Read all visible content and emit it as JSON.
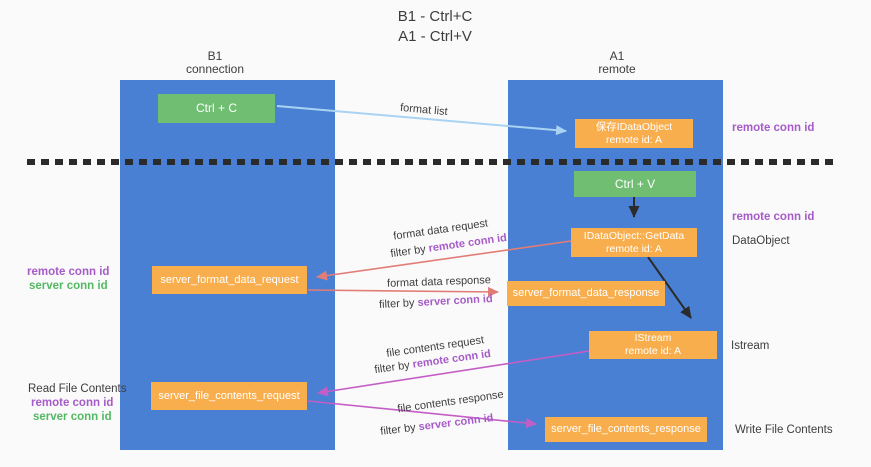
{
  "colors": {
    "background": "#fafafa",
    "lifeline_blue": "#4a80d3",
    "box_orange": "#f9ae4d",
    "box_green": "#6fbe72",
    "arrow_lightblue": "#a9d3f2",
    "arrow_red": "#e17d76",
    "arrow_magenta": "#c45ec6",
    "arrow_black": "#2b2b2b",
    "text_purple": "#a65bc8",
    "text_green": "#53b963",
    "text_dark": "#3d3d3d"
  },
  "title": {
    "line1": "B1 - Ctrl+C",
    "line2": "A1 - Ctrl+V"
  },
  "lifelines": {
    "left": {
      "name": "B1",
      "role": "connection"
    },
    "right": {
      "name": "A1",
      "role": "remote"
    }
  },
  "nodes": {
    "ctrl_c": "Ctrl + C",
    "ctrl_v": "Ctrl + V",
    "save_idataobject": {
      "title": "保存IDataObject",
      "subtitle": "remote id: A"
    },
    "getdata": {
      "title": "IDataObject::GetData",
      "subtitle": "remote id: A"
    },
    "istream": {
      "title": "IStream",
      "subtitle": "remote id: A"
    },
    "format_request": "server_format_data_request",
    "format_response": "server_format_data_response",
    "file_request": "server_file_contents_request",
    "file_response": "server_file_contents_response"
  },
  "annotations": {
    "remote_conn_id_top": "remote conn id",
    "remote_conn_id_mid": "remote conn id",
    "dataobject": "DataObject",
    "istream": "Istream",
    "write_file_contents": "Write File Contents",
    "read_file_contents": "Read File Contents",
    "left_mid": {
      "remote": "remote conn id",
      "server": "server conn id"
    },
    "left_bottom": {
      "remote": "remote conn id",
      "server": "server conn id"
    }
  },
  "messages": {
    "format_list": "format list",
    "format_data_request": "format data request",
    "format_data_response": "format data response",
    "file_contents_request": "file contents request",
    "file_contents_response": "file contents response",
    "filter_by": "filter by ",
    "remote_conn_id": "remote conn id",
    "server_conn_id": "server conn id"
  }
}
